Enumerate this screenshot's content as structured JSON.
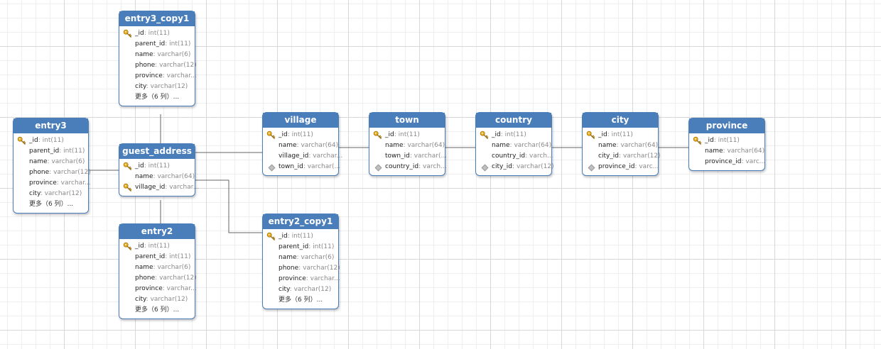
{
  "tables": [
    {
      "id": "entry3_copy1",
      "name": "entry3_copy1",
      "columns": [
        {
          "name": "_id",
          "type": "int(11)",
          "mark": "key"
        },
        {
          "name": "parent_id",
          "type": "int(11)"
        },
        {
          "name": "name",
          "type": "varchar(6)"
        },
        {
          "name": "phone",
          "type": "varchar(12)"
        },
        {
          "name": "province",
          "type": "varchar..."
        },
        {
          "name": "city",
          "type": "varchar(12)"
        },
        {
          "more": "更多（6 列）..."
        }
      ]
    },
    {
      "id": "entry3",
      "name": "entry3",
      "columns": [
        {
          "name": "_id",
          "type": "int(11)",
          "mark": "key"
        },
        {
          "name": "parent_id",
          "type": "int(11)"
        },
        {
          "name": "name",
          "type": "varchar(6)"
        },
        {
          "name": "phone",
          "type": "varchar(12)"
        },
        {
          "name": "province",
          "type": "varchar..."
        },
        {
          "name": "city",
          "type": "varchar(12)"
        },
        {
          "more": "更多（6 列）..."
        }
      ]
    },
    {
      "id": "guest_address",
      "name": "guest_address",
      "columns": [
        {
          "name": "_id",
          "type": "int(11)",
          "mark": "key"
        },
        {
          "name": "name",
          "type": "varchar(64)"
        },
        {
          "name": "village_id",
          "type": "varchar...",
          "mark": "key"
        }
      ]
    },
    {
      "id": "entry2",
      "name": "entry2",
      "columns": [
        {
          "name": "_id",
          "type": "int(11)",
          "mark": "key"
        },
        {
          "name": "parent_id",
          "type": "int(11)"
        },
        {
          "name": "name",
          "type": "varchar(6)"
        },
        {
          "name": "phone",
          "type": "varchar(12)"
        },
        {
          "name": "province",
          "type": "varchar..."
        },
        {
          "name": "city",
          "type": "varchar(12)"
        },
        {
          "more": "更多（6 列）..."
        }
      ]
    },
    {
      "id": "village",
      "name": "village",
      "columns": [
        {
          "name": "_id",
          "type": "int(11)",
          "mark": "key"
        },
        {
          "name": "name",
          "type": "varchar(64)"
        },
        {
          "name": "village_id",
          "type": "varchar..."
        },
        {
          "name": "town_id",
          "type": "varchar(...",
          "mark": "fk"
        }
      ]
    },
    {
      "id": "town",
      "name": "town",
      "columns": [
        {
          "name": "_id",
          "type": "int(11)",
          "mark": "key"
        },
        {
          "name": "name",
          "type": "varchar(64)"
        },
        {
          "name": "town_id",
          "type": "varchar(..."
        },
        {
          "name": "country_id",
          "type": "varch...",
          "mark": "fk"
        }
      ]
    },
    {
      "id": "country",
      "name": "country",
      "columns": [
        {
          "name": "_id",
          "type": "int(11)",
          "mark": "key"
        },
        {
          "name": "name",
          "type": "varchar(64)"
        },
        {
          "name": "country_id",
          "type": "varch..."
        },
        {
          "name": "city_id",
          "type": "varchar(12)",
          "mark": "fk"
        }
      ]
    },
    {
      "id": "city",
      "name": "city",
      "columns": [
        {
          "name": "_id",
          "type": "int(11)",
          "mark": "key"
        },
        {
          "name": "name",
          "type": "varchar(64)"
        },
        {
          "name": "city_id",
          "type": "varchar(12)"
        },
        {
          "name": "province_id",
          "type": "varc...",
          "mark": "fk"
        }
      ]
    },
    {
      "id": "entry2_copy1",
      "name": "entry2_copy1",
      "columns": [
        {
          "name": "_id",
          "type": "int(11)",
          "mark": "key"
        },
        {
          "name": "parent_id",
          "type": "int(11)"
        },
        {
          "name": "name",
          "type": "varchar(6)"
        },
        {
          "name": "phone",
          "type": "varchar(12)"
        },
        {
          "name": "province",
          "type": "varchar..."
        },
        {
          "name": "city",
          "type": "varchar(12)"
        },
        {
          "more": "更多（6 列）..."
        }
      ]
    },
    {
      "id": "province",
      "name": "province",
      "columns": [
        {
          "name": "_id",
          "type": "int(11)",
          "mark": "key"
        },
        {
          "name": "name",
          "type": "varchar(64)"
        },
        {
          "name": "province_id",
          "type": "varc..."
        }
      ]
    }
  ],
  "relations": [
    {
      "from": "entry3_copy1",
      "to": "guest_address"
    },
    {
      "from": "entry3",
      "to": "guest_address"
    },
    {
      "from": "guest_address",
      "to": "entry2"
    },
    {
      "from": "guest_address",
      "to": "village"
    },
    {
      "from": "guest_address",
      "to": "entry2_copy1"
    },
    {
      "from": "village",
      "to": "town"
    },
    {
      "from": "town",
      "to": "country"
    },
    {
      "from": "country",
      "to": "city"
    },
    {
      "from": "city",
      "to": "province"
    }
  ],
  "colors": {
    "header": "#4a7ebb",
    "border": "#4a7ebb",
    "line": "#666666",
    "key": "#e8b020"
  },
  "icons": {
    "primary_key": "key-icon",
    "foreign_key": "diamond-icon"
  }
}
